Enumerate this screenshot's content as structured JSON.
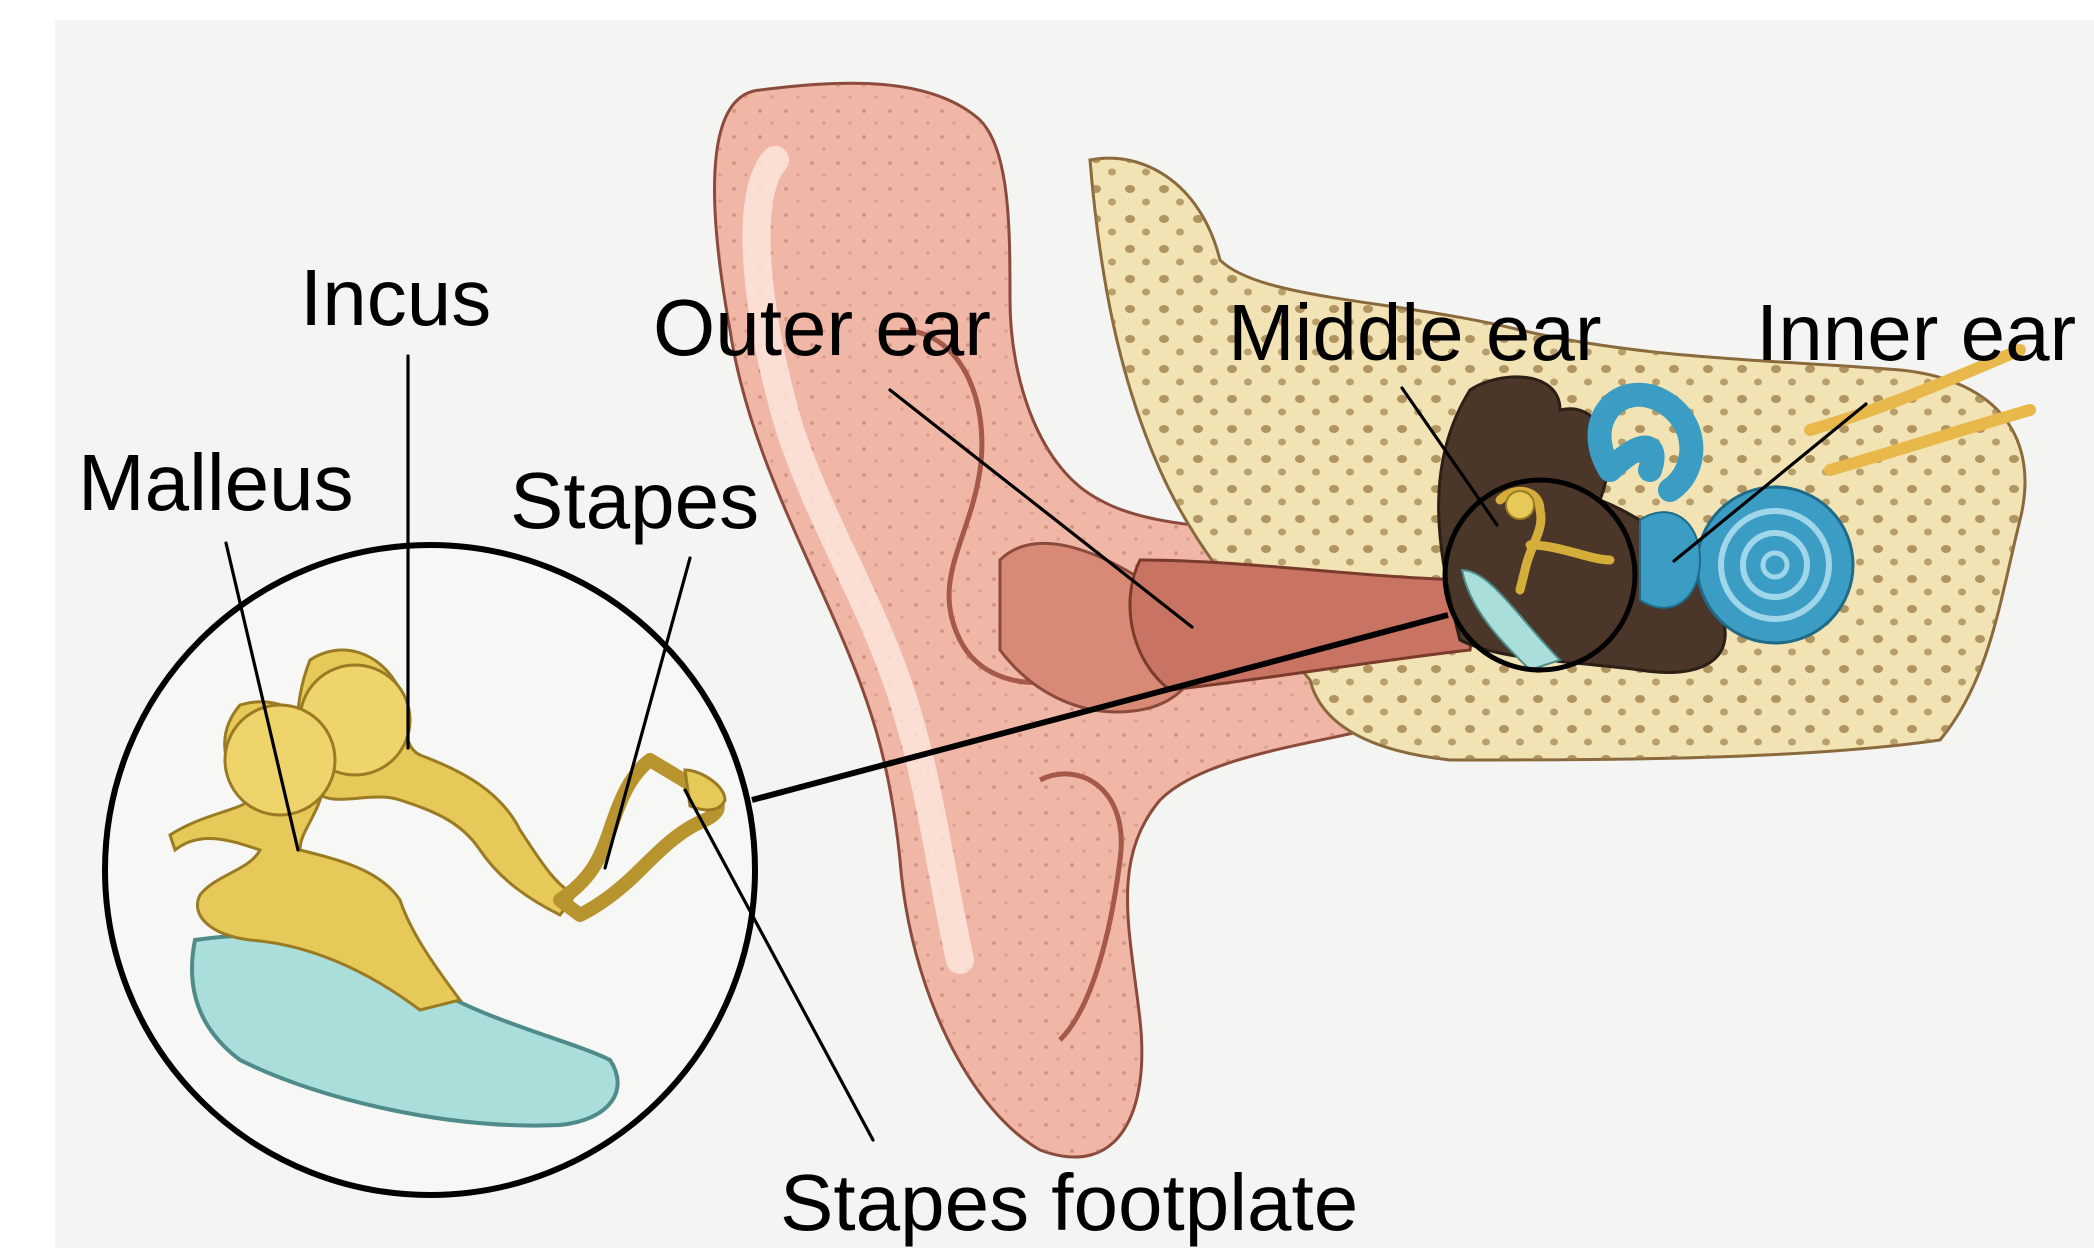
{
  "diagram": {
    "labels": {
      "incus": "Incus",
      "malleus": "Malleus",
      "stapes": "Stapes",
      "outer_ear": "Outer ear",
      "middle_ear": "Middle ear",
      "inner_ear": "Inner ear",
      "stapes_footplate": "Stapes footplate"
    },
    "colors": {
      "background": "#f4f4f2",
      "skin": "#f0b7a6",
      "skin_dark": "#cf7e6a",
      "bone": "#f2e3b4",
      "ossicle": "#e7c95a",
      "cochlea": "#3c9dc4",
      "eardrum": "#a9dedb",
      "cavity": "#4b3729",
      "outline": "#000000"
    }
  }
}
